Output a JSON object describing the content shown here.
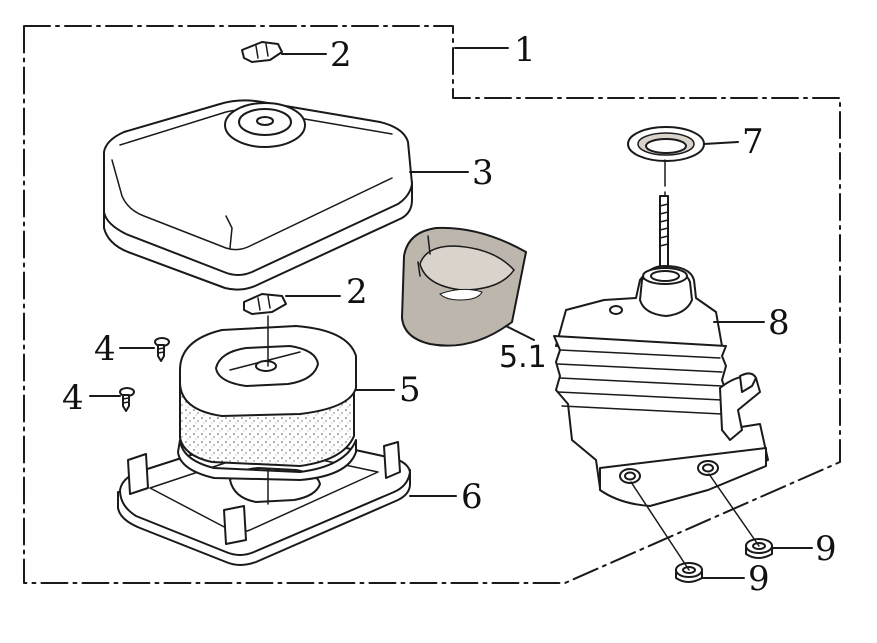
{
  "diagram": {
    "labels": {
      "housing_frame": "1",
      "clip_top": "2",
      "clip_lower": "2",
      "cover": "3",
      "screw_upper": "4",
      "screw_lower": "4",
      "element": "5",
      "pre_cleaner": "5.1",
      "base_plate": "6",
      "gasket": "7",
      "case": "8",
      "nut_right": "9",
      "nut_lower": "9"
    },
    "colors": {
      "line": "#1a1a1a",
      "foam": "#bdb6ad",
      "background": "#ffffff"
    }
  }
}
